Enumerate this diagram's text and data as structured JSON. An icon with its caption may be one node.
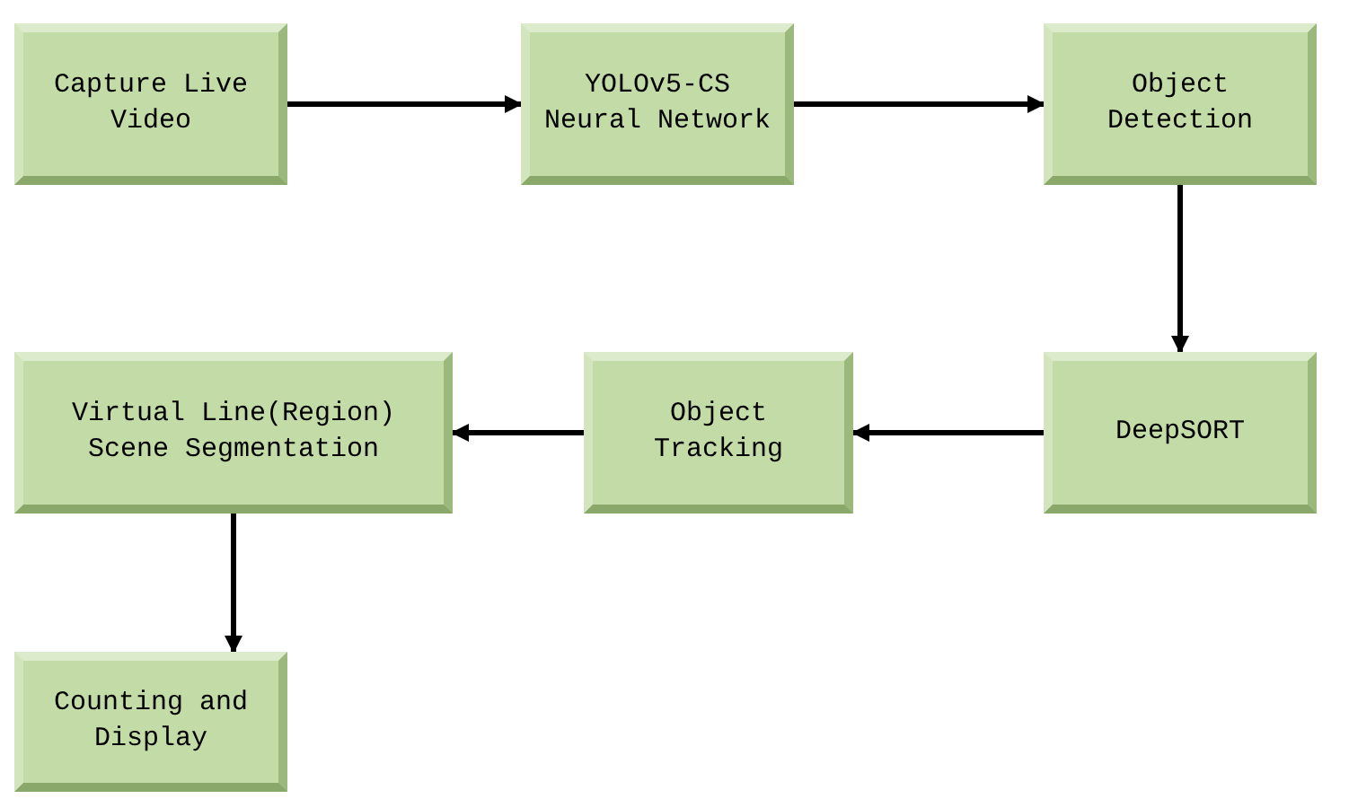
{
  "diagram": {
    "nodes": [
      {
        "text": [
          "Capture Live Video"
        ]
      },
      {
        "text": [
          "YOLOv5-CS Neural Network"
        ]
      },
      {
        "text": [
          "Object Detection"
        ]
      },
      {
        "text": [
          "DeepSORT"
        ]
      },
      {
        "text": [
          "Object Tracking"
        ]
      },
      {
        "text": [
          "Virtual Line(Region) Scene Segmentation"
        ]
      },
      {
        "text": [
          "Counting and Display"
        ]
      }
    ],
    "edges": [
      {
        "from": 0,
        "to": 1,
        "arrow": "to"
      },
      {
        "from": 1,
        "to": 2,
        "arrow": "to"
      },
      {
        "from": 2,
        "to": 3,
        "arrow": "to"
      },
      {
        "from": 3,
        "to": 4,
        "arrow": "to"
      },
      {
        "from": 4,
        "to": 5,
        "arrow": "to"
      },
      {
        "from": 5,
        "to": 6,
        "arrow": "to"
      }
    ]
  }
}
